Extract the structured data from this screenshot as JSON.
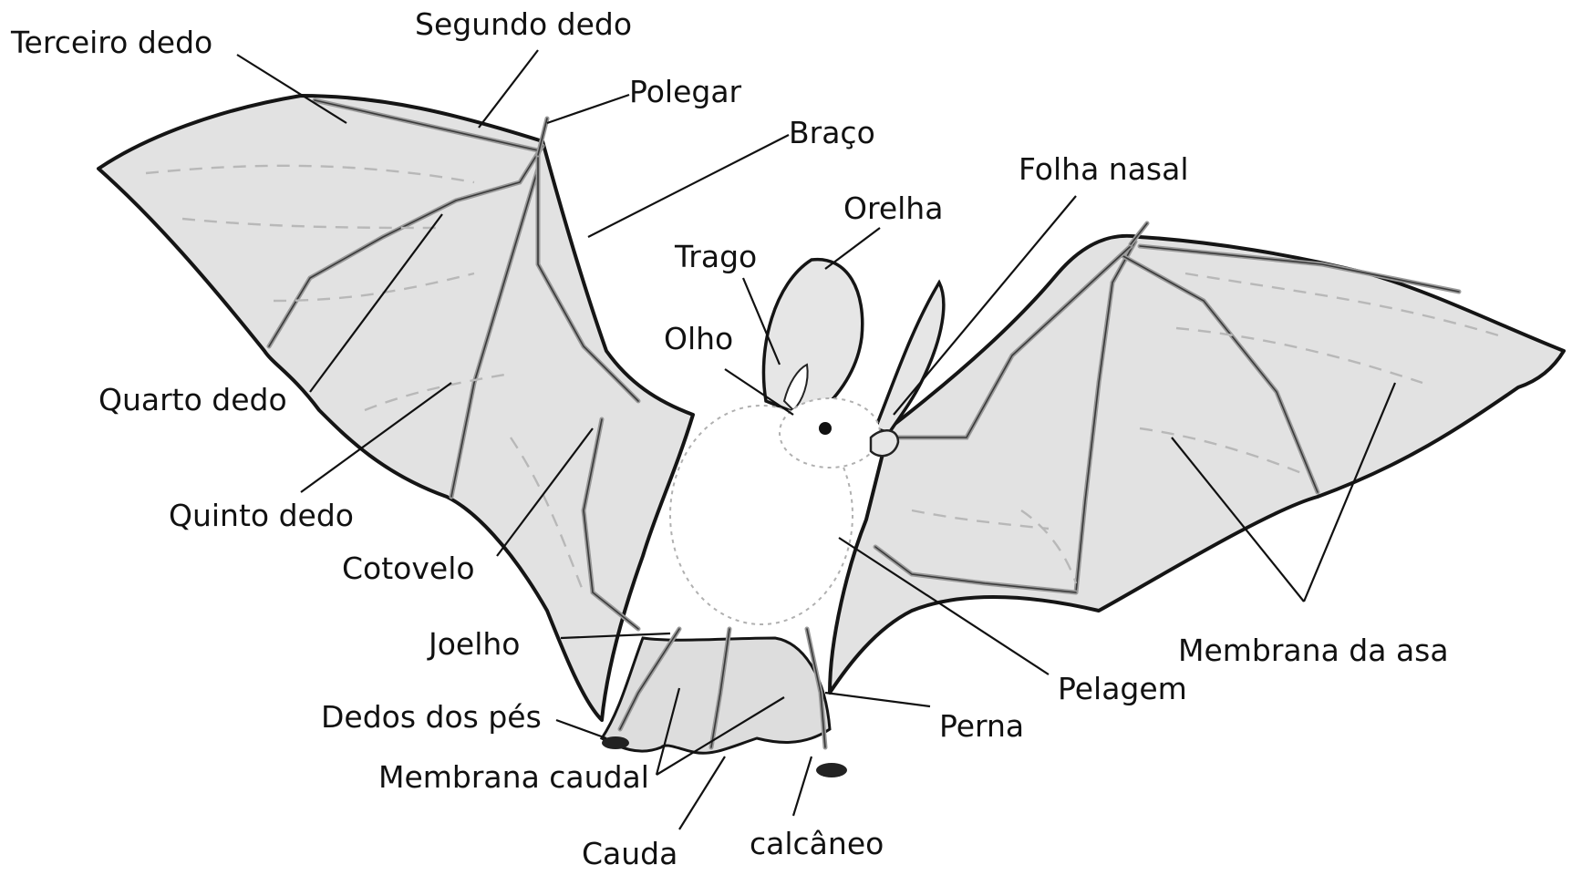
{
  "labels": {
    "terceiro_dedo": "Terceiro dedo",
    "segundo_dedo": "Segundo dedo",
    "polegar": "Polegar",
    "braco": "Braço",
    "folha_nasal": "Folha nasal",
    "orelha": "Orelha",
    "trago": "Trago",
    "olho": "Olho",
    "quarto_dedo": "Quarto dedo",
    "quinto_dedo": "Quinto dedo",
    "cotovelo": "Cotovelo",
    "joelho": "Joelho",
    "dedos_dos_pes": "Dedos dos pés",
    "membrana_caudal": "Membrana caudal",
    "cauda": "Cauda",
    "calcaneo": "calcâneo",
    "perna": "Perna",
    "pelagem": "Pelagem",
    "membrana_da_asa": "Membrana da asa"
  }
}
